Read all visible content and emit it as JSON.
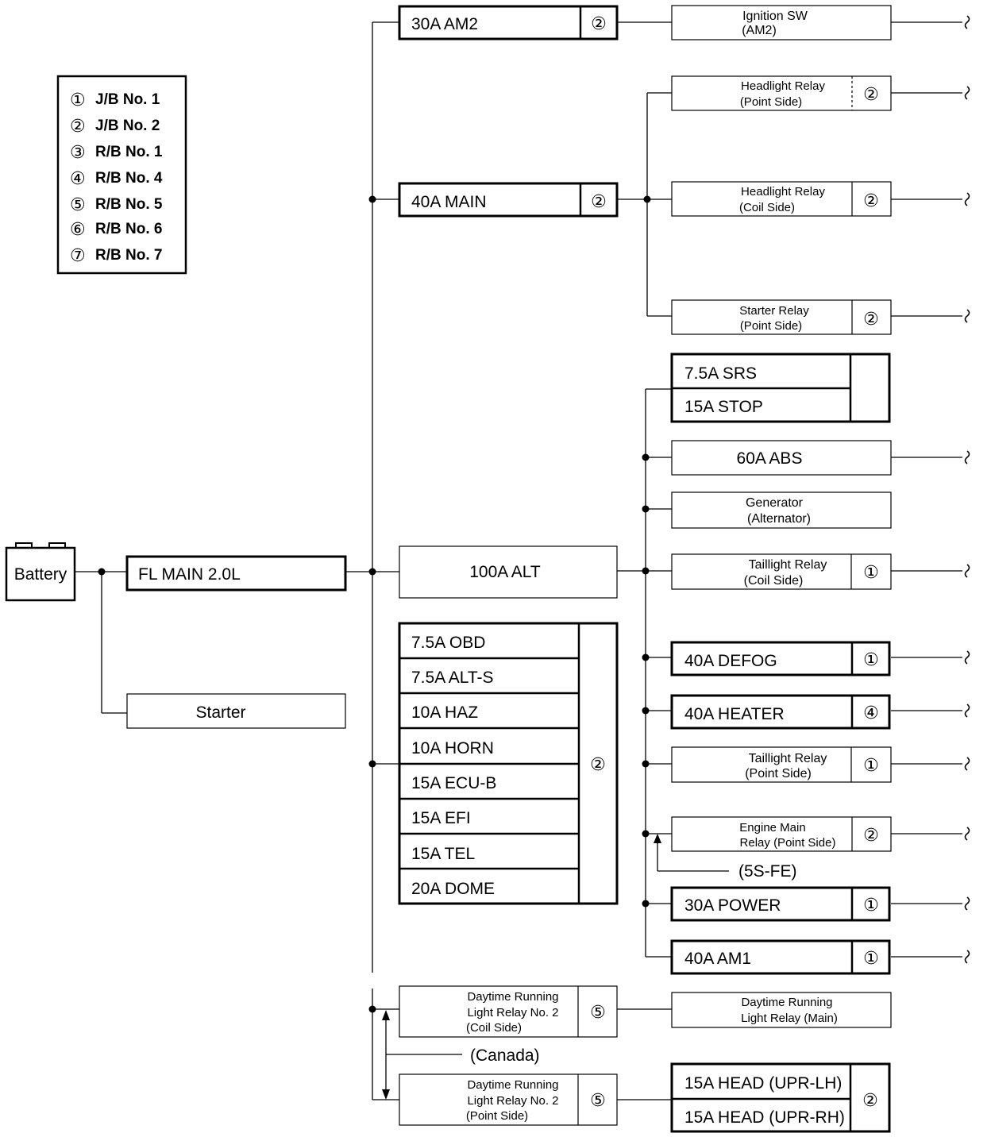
{
  "legend": [
    {
      "num": "①",
      "label": "J/B No. 1"
    },
    {
      "num": "②",
      "label": "J/B No. 2"
    },
    {
      "num": "③",
      "label": "R/B No. 1"
    },
    {
      "num": "④",
      "label": "R/B No. 4"
    },
    {
      "num": "⑤",
      "label": "R/B No. 5"
    },
    {
      "num": "⑥",
      "label": "R/B No. 6"
    },
    {
      "num": "⑦",
      "label": "R/B No. 7"
    }
  ],
  "battery": "Battery",
  "fl_main": "FL MAIN 2.0L",
  "starter": "Starter",
  "fuses": {
    "am2": {
      "label": "30A AM2",
      "box": "②"
    },
    "main": {
      "label": "40A MAIN",
      "box": "②"
    },
    "alt": {
      "label": "100A ALT"
    },
    "jb2_group": {
      "labels": [
        "7.5A OBD",
        "7.5A ALT-S",
        "10A HAZ",
        "10A HORN",
        "15A ECU-B",
        "15A EFI",
        "15A TEL",
        "20A DOME"
      ],
      "box": "②"
    },
    "drl_coil": {
      "lines": [
        "Daytime Running",
        "Light Relay No. 2",
        "(Coil Side)"
      ],
      "box": "⑤"
    },
    "drl_point": {
      "lines": [
        "Daytime Running",
        "Light Relay No. 2",
        "(Point Side)"
      ],
      "box": "⑤"
    }
  },
  "loads": {
    "ignition": {
      "lines": [
        "Ignition SW",
        "(AM2)"
      ]
    },
    "headlight_point": {
      "lines": [
        "Headlight Relay",
        "(Point Side)"
      ],
      "box": "②"
    },
    "headlight_coil": {
      "lines": [
        "Headlight Relay",
        "(Coil Side)"
      ],
      "box": "②"
    },
    "starter_relay": {
      "lines": [
        "Starter Relay",
        "(Point Side)"
      ],
      "box": "②"
    },
    "srs_stop": {
      "labels": [
        "7.5A SRS",
        "15A STOP"
      ]
    },
    "abs": {
      "label": "60A ABS"
    },
    "generator": {
      "lines": [
        "Generator",
        "(Alternator)"
      ]
    },
    "taillight_coil": {
      "lines": [
        "Taillight Relay",
        "(Coil Side)"
      ],
      "box": "①"
    },
    "defog": {
      "label": "40A DEFOG",
      "box": "①"
    },
    "heater": {
      "label": "40A HEATER",
      "box": "④"
    },
    "taillight_point": {
      "lines": [
        "Taillight Relay",
        "(Point Side)"
      ],
      "box": "①"
    },
    "engine_main": {
      "lines": [
        "Engine Main",
        "Relay (Point Side)"
      ],
      "box": "②"
    },
    "power": {
      "label": "30A POWER",
      "box": "①"
    },
    "am1": {
      "label": "40A AM1",
      "box": "①"
    },
    "drl_main": {
      "lines": [
        "Daytime Running",
        "Light Relay (Main)"
      ]
    },
    "head_group": {
      "labels": [
        "15A HEAD (UPR-LH)",
        "15A HEAD (UPR-RH)"
      ],
      "box": "②"
    }
  },
  "notes": {
    "five_s_fe": "(5S-FE)",
    "canada": "(Canada)"
  }
}
